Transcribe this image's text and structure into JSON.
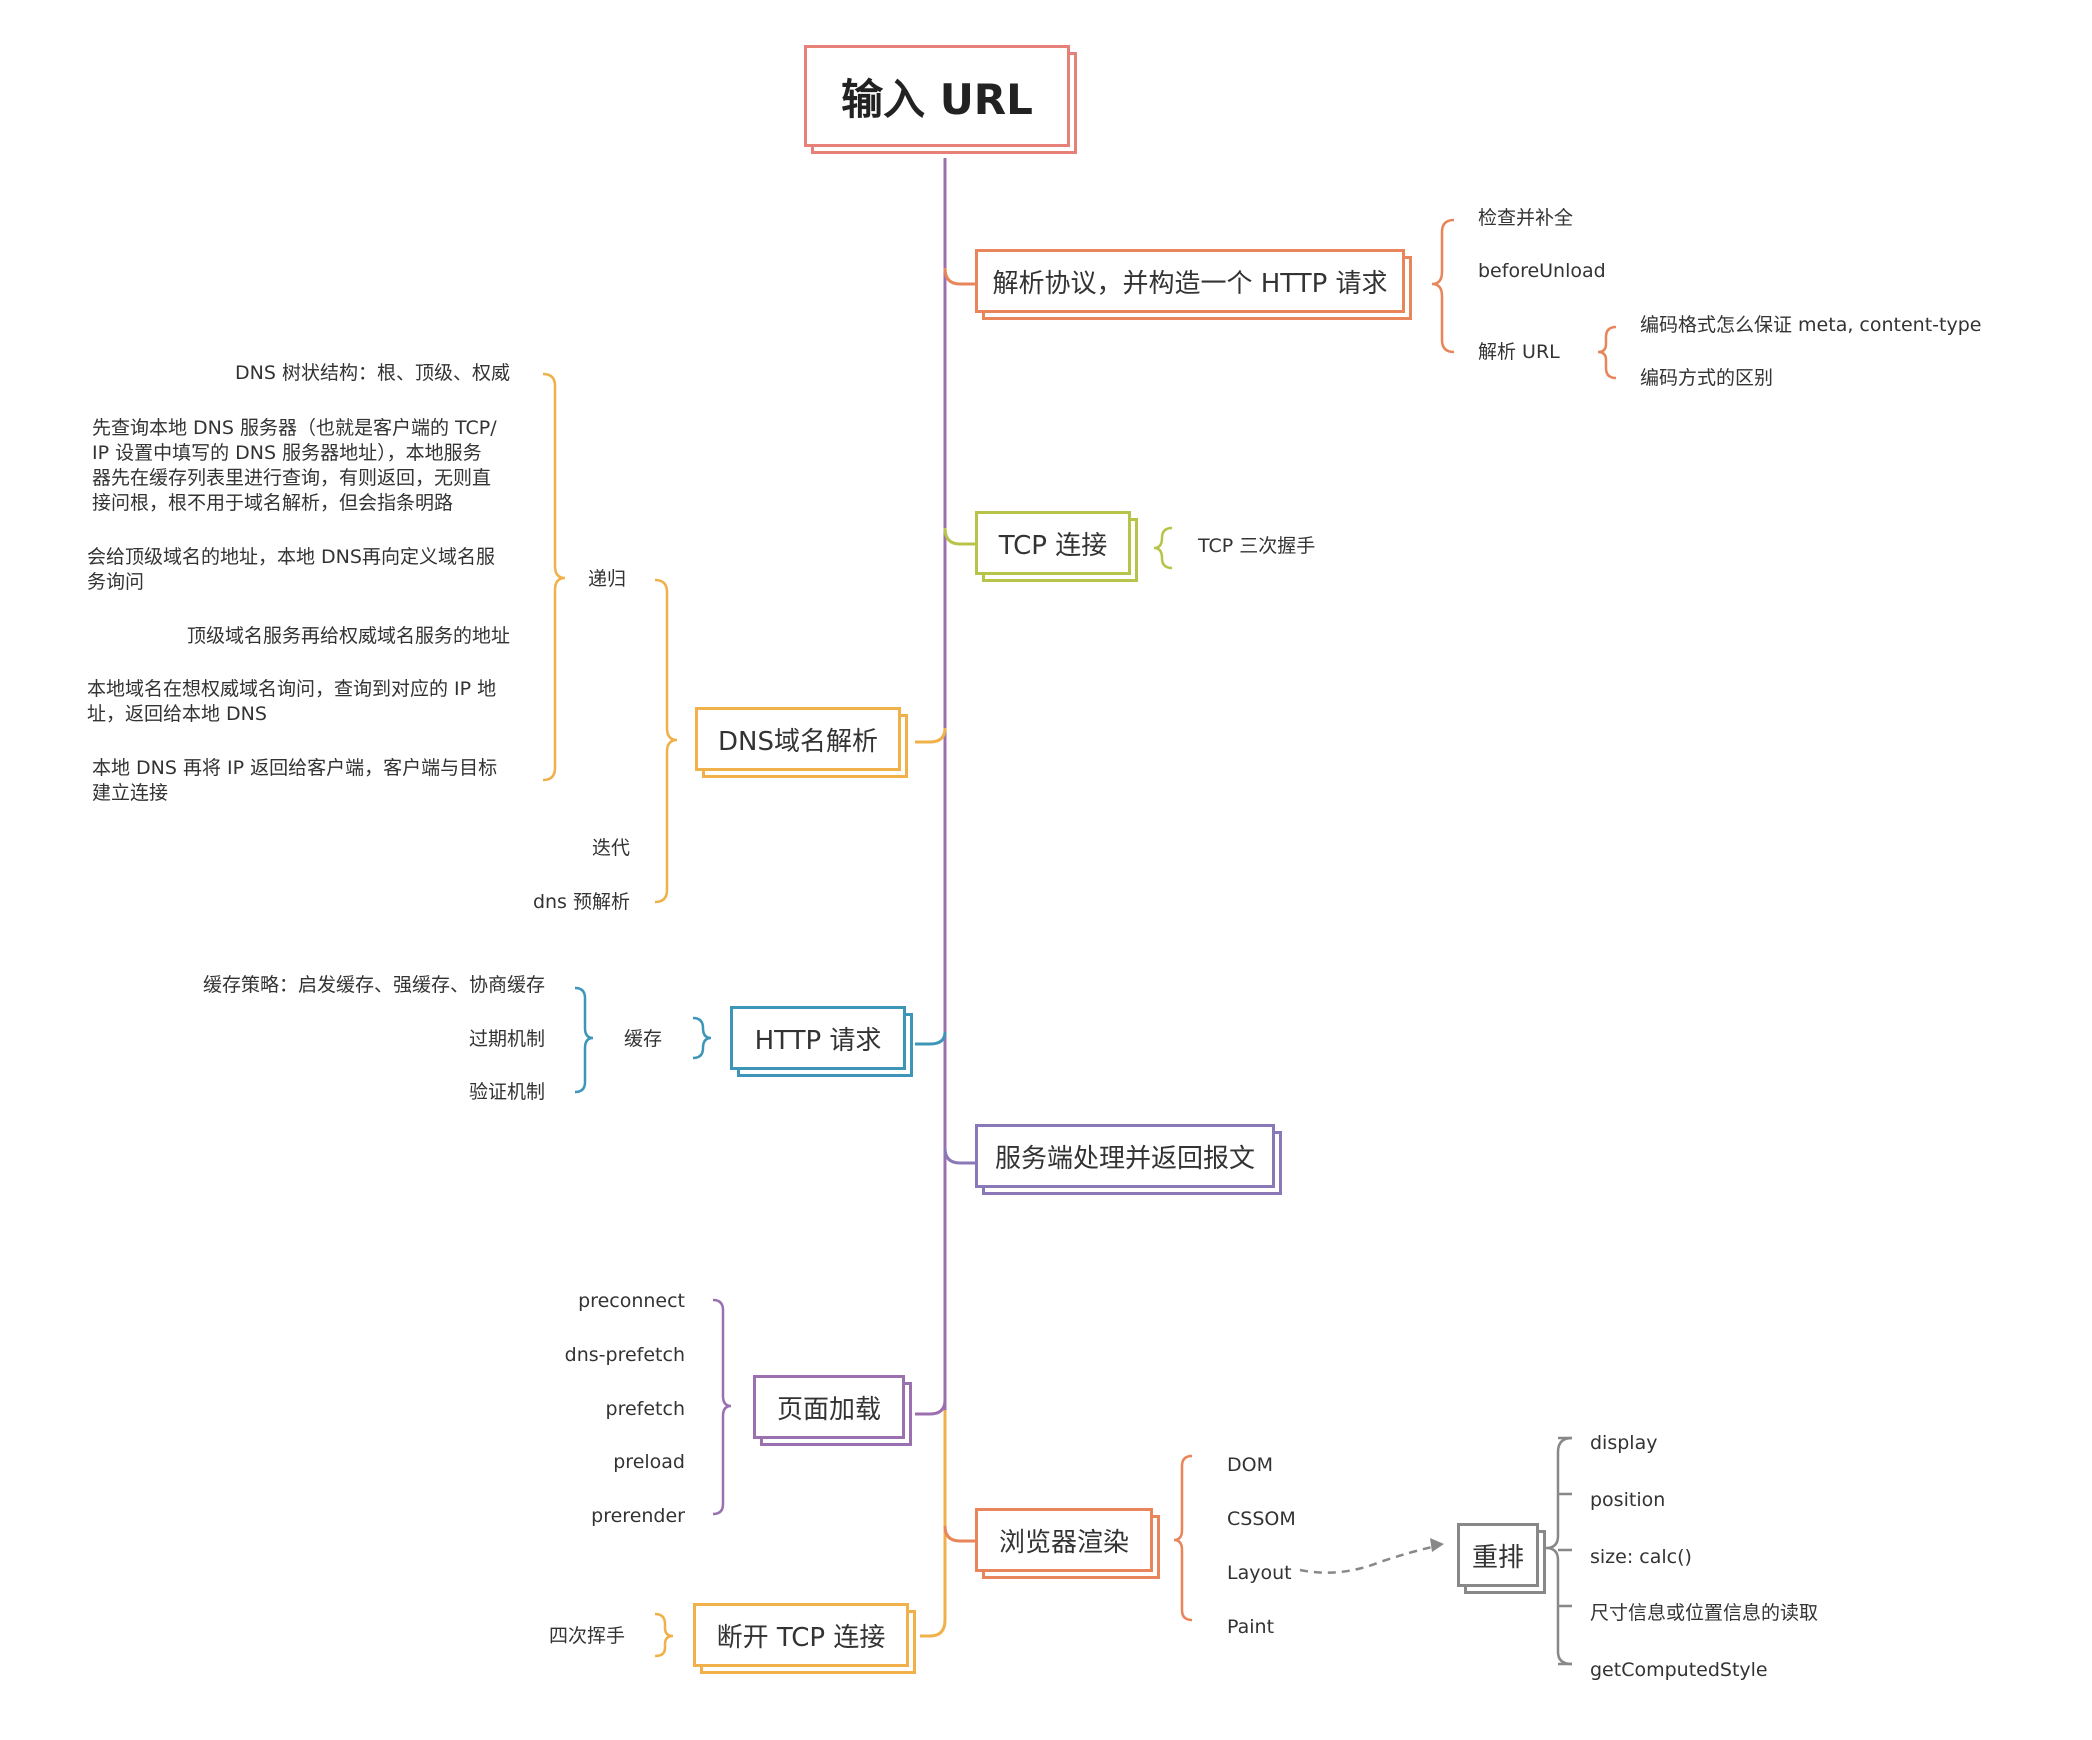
{
  "colors": {
    "root": "#e8807a",
    "trunk": "#9b70b0",
    "protocol": "#e8855a",
    "tcp": "#b8c34a",
    "dns": "#f0b04a",
    "http": "#3d95b8",
    "server": "#8b78b8",
    "pageload": "#9b70b0",
    "render": "#e8855a",
    "reflow": "#888888",
    "disconnect": "#f0b04a"
  },
  "root": {
    "label": "输入 URL"
  },
  "branches": {
    "protocol": {
      "label": "解析协议，并构造一个 HTTP 请求",
      "children": [
        "检查并补全",
        "beforeUnload",
        "解析 URL"
      ],
      "parse_url_children": [
        "编码格式怎么保证 meta, content-type",
        "编码方式的区别"
      ]
    },
    "tcp": {
      "label": "TCP 连接",
      "children": [
        "TCP 三次握手"
      ]
    },
    "dns": {
      "label": "DNS域名解析",
      "children": [
        "递归",
        "迭代",
        "dns 预解析"
      ],
      "recursive_children": [
        "DNS 树状结构：根、顶级、权威",
        "先查询本地 DNS 服务器（也就是客户端的 TCP/\nIP 设置中填写的 DNS 服务器地址），本地服务\n器先在缓存列表里进行查询，有则返回，无则直\n接问根，根不用于域名解析，但会指条明路",
        "会给顶级域名的地址，本地 DNS再向定义域名服\n务询问",
        "顶级域名服务再给权威域名服务的地址",
        "本地域名在想权威域名询问，查询到对应的 IP 地\n址，返回给本地 DNS",
        "本地 DNS 再将 IP 返回给客户端，客户端与目标\n建立连接"
      ]
    },
    "http": {
      "label": "HTTP 请求",
      "children": [
        "缓存"
      ],
      "cache_children": [
        "缓存策略：启发缓存、强缓存、协商缓存",
        "过期机制",
        "验证机制"
      ]
    },
    "server": {
      "label": "服务端处理并返回报文"
    },
    "pageload": {
      "label": "页面加载",
      "children": [
        "preconnect",
        "dns-prefetch",
        "prefetch",
        "preload",
        "prerender"
      ]
    },
    "render": {
      "label": "浏览器渲染",
      "children": [
        "DOM",
        "CSSOM",
        "Layout",
        "Paint"
      ]
    },
    "reflow": {
      "label": "重排",
      "children": [
        "display",
        "position",
        "size: calc()",
        "尺寸信息或位置信息的读取",
        "getComputedStyle"
      ]
    },
    "disconnect": {
      "label": "断开 TCP 连接",
      "children": [
        "四次挥手"
      ]
    }
  }
}
